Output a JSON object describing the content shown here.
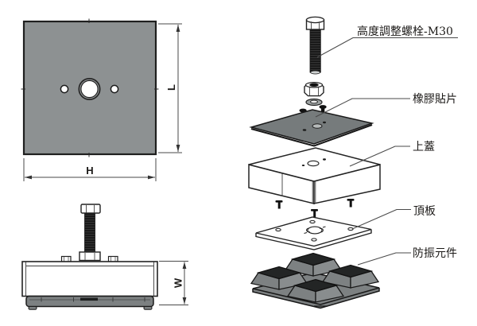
{
  "diagram_title": "vibration-isolation-mount-drawing",
  "colors": {
    "background": "#ffffff",
    "outline": "#2b2b2b",
    "line": "#4a4a4a",
    "plate_gray": "#8d9192",
    "rubber_pad_gray": "#767b7c",
    "isolator_gray": "#7d8182",
    "isolator_top_dark": "#232525",
    "bolt_thread_dark": "#161616",
    "white_part": "#ffffff"
  },
  "top_view": {
    "dim_width_label": "H",
    "dim_length_label": "L"
  },
  "front_view": {
    "dim_height_label": "W"
  },
  "exploded_view": {
    "callouts": [
      {
        "label": "高度調整螺栓-M30",
        "target": "height-adjustment-bolt"
      },
      {
        "label": "橡膠貼片",
        "target": "rubber-pad"
      },
      {
        "label": "上蓋",
        "target": "top-cover"
      },
      {
        "label": "頂板",
        "target": "top-plate"
      },
      {
        "label": "防振元件",
        "target": "anti-vibration-element"
      }
    ]
  }
}
